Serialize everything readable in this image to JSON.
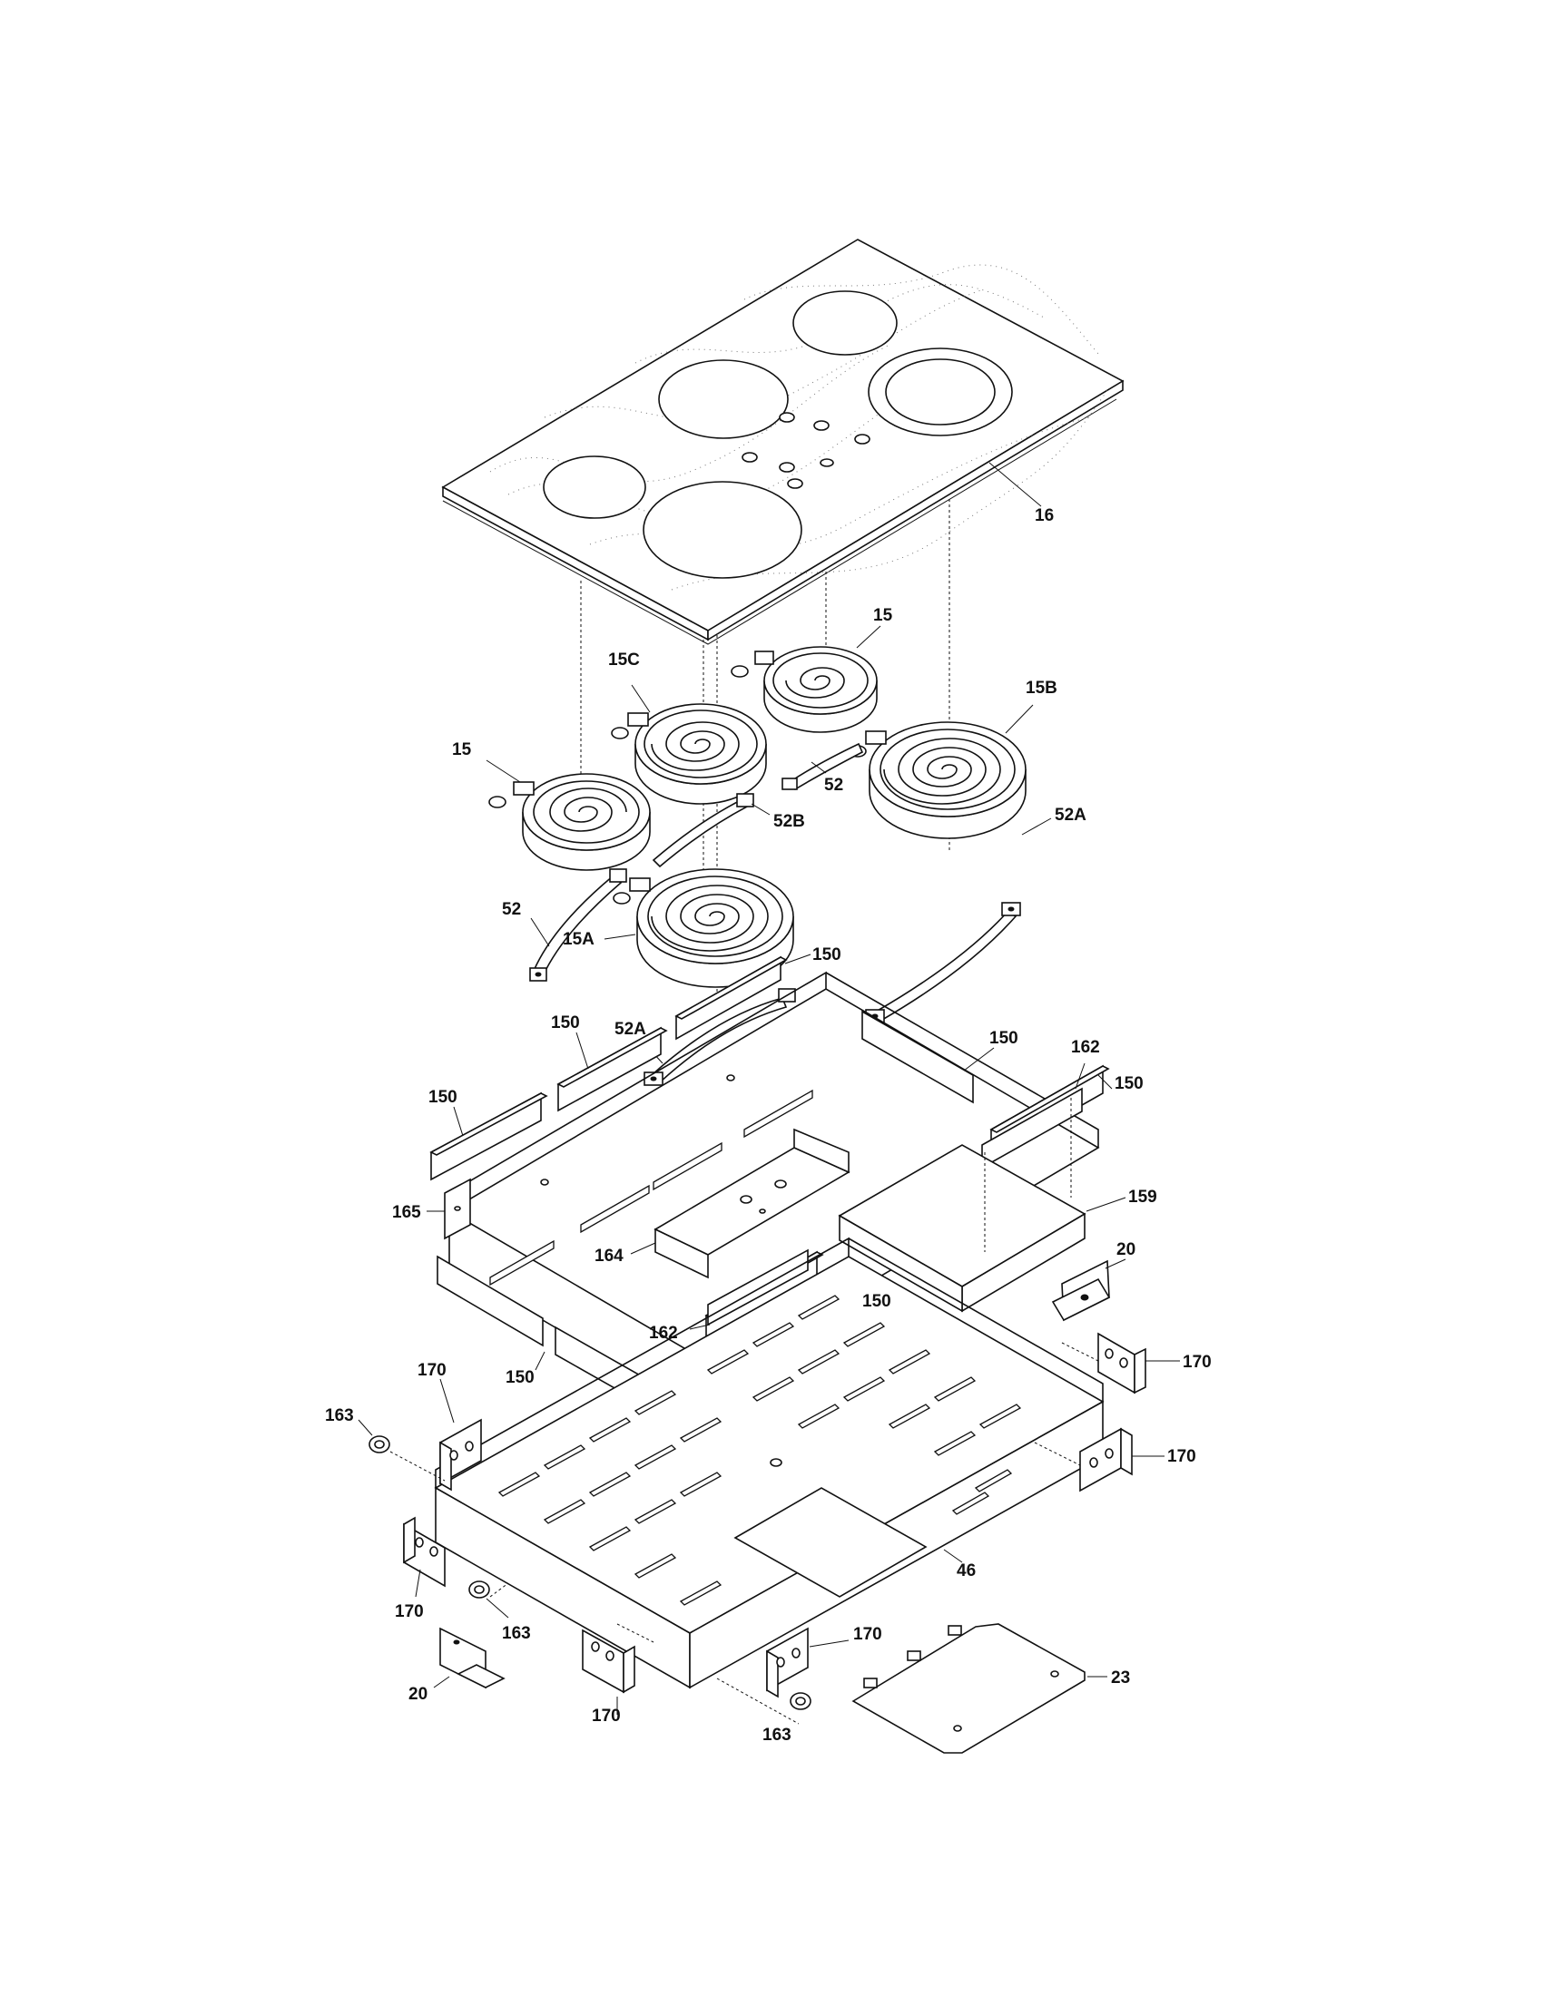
{
  "labels": [
    {
      "id": "16",
      "text": "16"
    },
    {
      "id": "15-top",
      "text": "15"
    },
    {
      "id": "15C",
      "text": "15C"
    },
    {
      "id": "15B",
      "text": "15B"
    },
    {
      "id": "15-left",
      "text": "15"
    },
    {
      "id": "52-mid",
      "text": "52"
    },
    {
      "id": "52B",
      "text": "52B"
    },
    {
      "id": "52A-right",
      "text": "52A"
    },
    {
      "id": "52-left",
      "text": "52"
    },
    {
      "id": "15A",
      "text": "15A"
    },
    {
      "id": "52A-left",
      "text": "52A"
    },
    {
      "id": "150-a",
      "text": "150"
    },
    {
      "id": "150-b",
      "text": "150"
    },
    {
      "id": "150-c",
      "text": "150"
    },
    {
      "id": "162-a",
      "text": "162"
    },
    {
      "id": "150-d",
      "text": "150"
    },
    {
      "id": "150-e",
      "text": "150"
    },
    {
      "id": "165",
      "text": "165"
    },
    {
      "id": "159",
      "text": "159"
    },
    {
      "id": "164",
      "text": "164"
    },
    {
      "id": "20-right",
      "text": "20"
    },
    {
      "id": "150-f",
      "text": "150"
    },
    {
      "id": "162-b",
      "text": "162"
    },
    {
      "id": "170-a",
      "text": "170"
    },
    {
      "id": "150-g",
      "text": "150"
    },
    {
      "id": "170-b",
      "text": "170"
    },
    {
      "id": "163-a",
      "text": "163"
    },
    {
      "id": "170-c",
      "text": "170"
    },
    {
      "id": "46",
      "text": "46"
    },
    {
      "id": "170-d",
      "text": "170"
    },
    {
      "id": "163-b",
      "text": "163"
    },
    {
      "id": "170-e",
      "text": "170"
    },
    {
      "id": "23",
      "text": "23"
    },
    {
      "id": "20-left",
      "text": "20"
    },
    {
      "id": "170-f",
      "text": "170"
    },
    {
      "id": "163-c",
      "text": "163"
    }
  ]
}
